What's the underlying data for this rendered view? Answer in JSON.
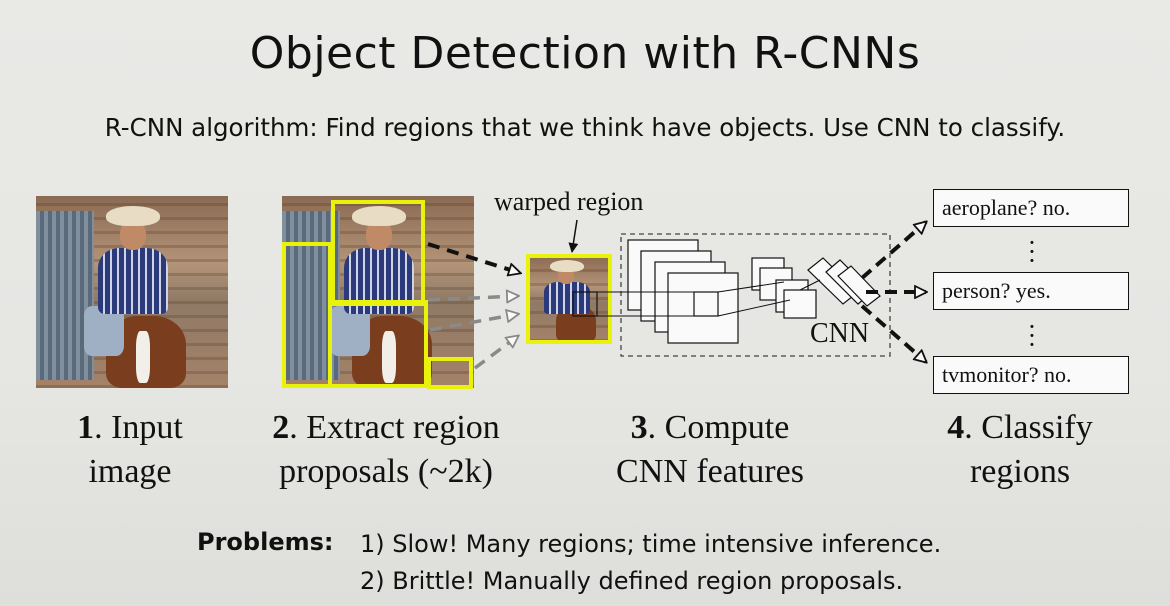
{
  "slide": {
    "title": "Object Detection with R-CNNs",
    "subtitle": "R-CNN algorithm: Find regions that we think have objects. Use CNN to classify."
  },
  "diagram": {
    "warped_region_label": "warped region",
    "cnn_label": "CNN",
    "classes": [
      "aeroplane? no.",
      "person? yes.",
      "tvmonitor? no."
    ],
    "steps": [
      {
        "number": "1",
        "line1": ". Input",
        "line2": "image"
      },
      {
        "number": "2",
        "line1": ". Extract region",
        "line2": "proposals (~2k)"
      },
      {
        "number": "3",
        "line1": ". Compute",
        "line2": "CNN features"
      },
      {
        "number": "4",
        "line1": ". Classify",
        "line2": "regions"
      }
    ],
    "colors": {
      "proposal_box": "#e8f20a",
      "background": "#e7e7e4"
    }
  },
  "problems": {
    "label": "Problems:",
    "items": [
      "1) Slow! Many regions; time intensive inference.",
      "2) Brittle! Manually defined region proposals."
    ]
  }
}
